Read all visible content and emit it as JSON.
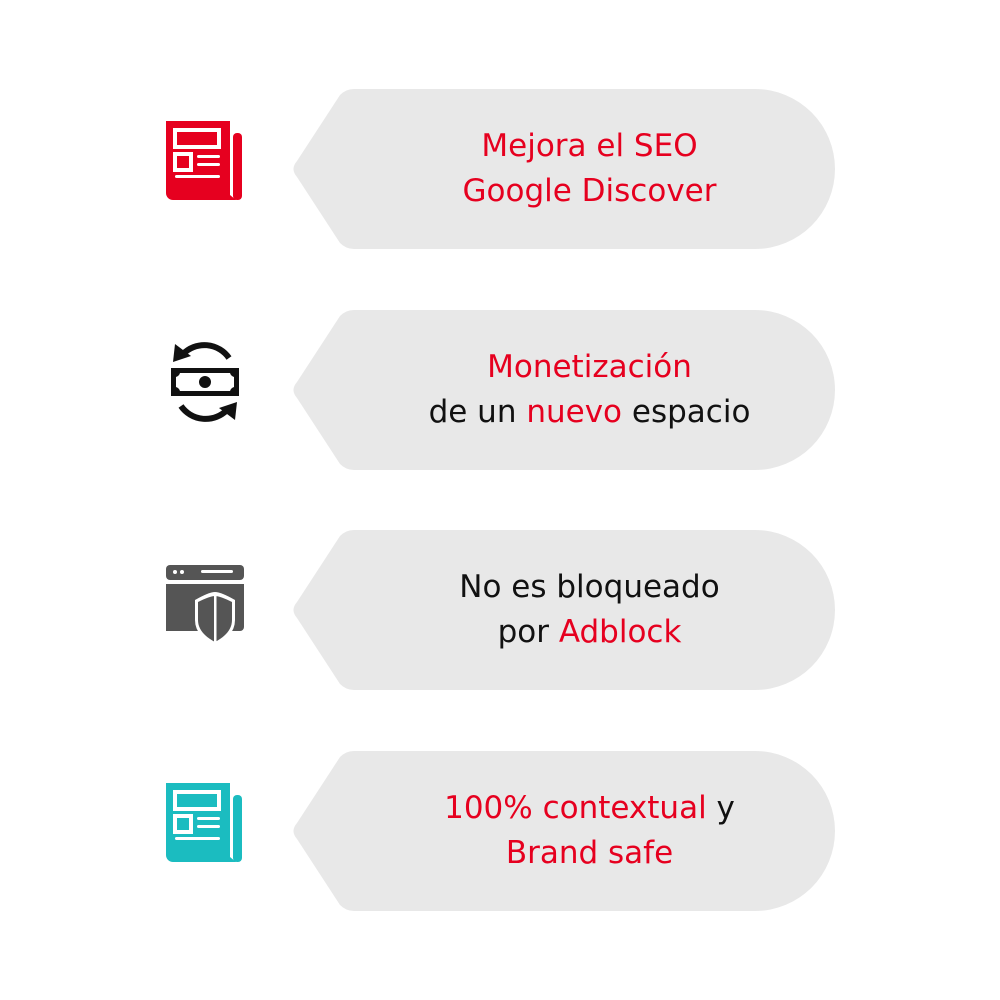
{
  "colors": {
    "accent": "#e6001f",
    "pill": "#e8e8e8",
    "text": "#111111",
    "teal": "#1bbcc0",
    "gray_icon": "#555555"
  },
  "items": [
    {
      "icon": "newspaper-icon-red",
      "lines": [
        [
          {
            "t": "Mejora el SEO",
            "red": true
          }
        ],
        [
          {
            "t": "Google Discover",
            "red": true
          }
        ]
      ]
    },
    {
      "icon": "money-exchange-icon",
      "lines": [
        [
          {
            "t": "Monetización",
            "red": true
          }
        ],
        [
          {
            "t": "de un ",
            "red": false
          },
          {
            "t": "nuevo",
            "red": true
          },
          {
            "t": " espacio",
            "red": false
          }
        ]
      ]
    },
    {
      "icon": "browser-shield-icon",
      "lines": [
        [
          {
            "t": "No es bloqueado",
            "red": false
          }
        ],
        [
          {
            "t": "por ",
            "red": false
          },
          {
            "t": "Adblock",
            "red": true
          }
        ]
      ]
    },
    {
      "icon": "newspaper-icon-teal",
      "lines": [
        [
          {
            "t": "100% contextual",
            "red": true
          },
          {
            "t": " y",
            "red": false
          }
        ],
        [
          {
            "t": "Brand safe",
            "red": true
          }
        ]
      ]
    }
  ]
}
